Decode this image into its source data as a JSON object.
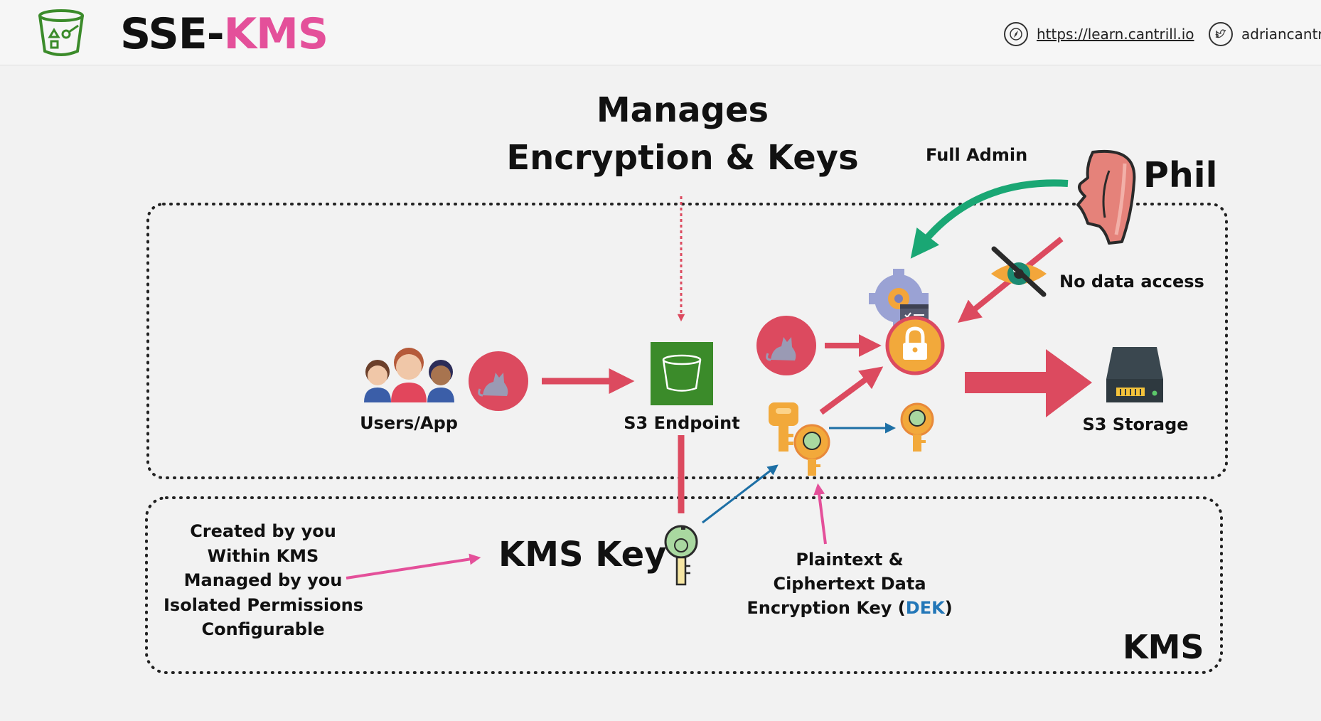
{
  "header": {
    "title_main": "SSE-",
    "title_accent": "KMS",
    "website": "https://learn.cantrill.io",
    "twitter": "adriancantri"
  },
  "diagram": {
    "heading_line1": "Manages",
    "heading_line2": "Encryption & Keys",
    "full_admin": "Full Admin",
    "phil": "Phil",
    "no_data_access": "No data access",
    "users_app": "Users/App",
    "s3_endpoint": "S3 Endpoint",
    "s3_storage": "S3 Storage",
    "kms_key": "KMS Key",
    "kms_box_label": "KMS",
    "key_properties": [
      "Created by you",
      "Within KMS",
      "Managed by you",
      "Isolated Permissions",
      "Configurable"
    ],
    "dek_line1": "Plaintext &",
    "dek_line2": "Ciphertext Data",
    "dek_line3_prefix": "Encryption Key (",
    "dek_line3_accent": "DEK",
    "dek_line3_suffix": ")"
  },
  "colors": {
    "accent_pink": "#e4509a",
    "arrow_red": "#dc4a5f",
    "arrow_green": "#1aa774",
    "arrow_blue": "#1d6fa5",
    "s3_green": "#3b8b2a",
    "dek_blue": "#2377b8"
  }
}
